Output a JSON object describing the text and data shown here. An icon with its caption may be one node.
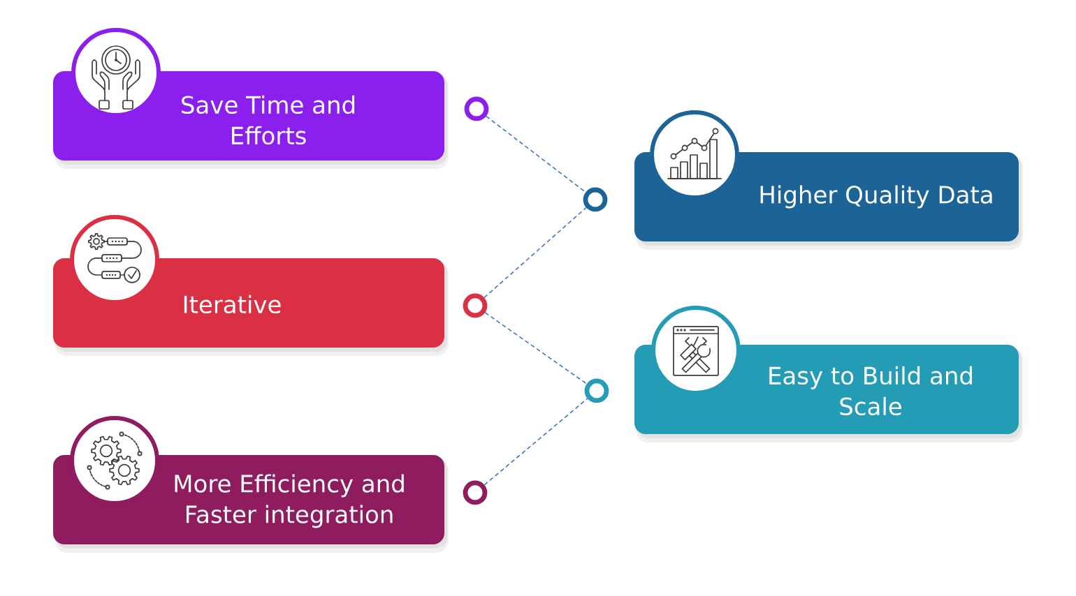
{
  "diagram": {
    "nodes": [
      {
        "text": [
          "Save Time and Efforts"
        ]
      },
      {
        "text": [
          "Higher Quality Data"
        ]
      },
      {
        "text": [
          "Iterative"
        ]
      },
      {
        "text": [
          "Easy to Build and Scale"
        ]
      },
      {
        "text": [
          "More Efficiency and Faster integration"
        ]
      },
      {
        "text": [],
        "shape": "circle"
      },
      {
        "text": [],
        "shape": "circle"
      },
      {
        "text": [],
        "shape": "circle"
      },
      {
        "text": [],
        "shape": "circle"
      },
      {
        "text": [],
        "shape": "circle"
      }
    ],
    "edges": [
      {
        "from": 5,
        "to": 6,
        "arrow": "none",
        "style": "dashed"
      },
      {
        "from": 7,
        "to": 6,
        "arrow": "none",
        "style": "dashed"
      },
      {
        "from": 7,
        "to": 8,
        "arrow": "none",
        "style": "dashed"
      },
      {
        "from": 9,
        "to": 8,
        "arrow": "none",
        "style": "dashed"
      }
    ]
  }
}
